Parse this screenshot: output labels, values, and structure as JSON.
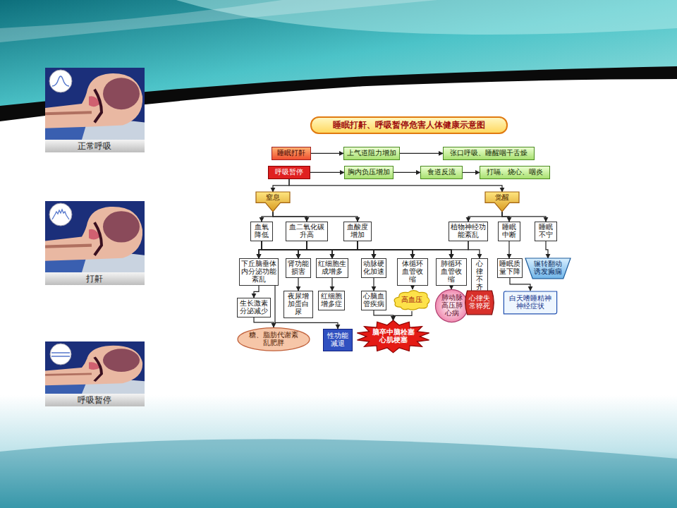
{
  "diagram": {
    "title": "睡眠打鼾、呼吸暂停危害人体健康示意图",
    "nodes": [
      {
        "text": [
          "睡眠打鼾"
        ]
      },
      {
        "text": [
          "上气道阻力增加"
        ]
      },
      {
        "text": [
          "张口呼吸、睡醒咽干舌燥"
        ]
      },
      {
        "text": [
          "呼吸暂停"
        ]
      },
      {
        "text": [
          "胸内负压增加"
        ]
      },
      {
        "text": [
          "食道反流"
        ]
      },
      {
        "text": [
          "打嗝、烧心、咽炎"
        ]
      },
      {
        "text": [
          "窒息"
        ]
      },
      {
        "text": [
          "觉醒"
        ]
      },
      {
        "text": [
          "血氧降低"
        ]
      },
      {
        "text": [
          "血二氧化碳升高"
        ]
      },
      {
        "text": [
          "血酸度增加"
        ]
      },
      {
        "text": [
          "植物神经功能紊乱"
        ]
      },
      {
        "text": [
          "睡眠中断"
        ]
      },
      {
        "text": [
          "睡眠不宁"
        ]
      },
      {
        "text": [
          "下丘脑垂体内分泌功能紊乱"
        ]
      },
      {
        "text": [
          "肾功能损害"
        ]
      },
      {
        "text": [
          "红细胞生成增多"
        ]
      },
      {
        "text": [
          "动脉硬化加速"
        ]
      },
      {
        "text": [
          "体循环血管收缩"
        ]
      },
      {
        "text": [
          "肺循环血管收缩"
        ]
      },
      {
        "text": [
          "心律不齐"
        ]
      },
      {
        "text": [
          "睡眠质量下降"
        ]
      },
      {
        "text": [
          "辗转翻动诱发癫痫"
        ]
      },
      {
        "text": [
          "生长激素分泌减少"
        ]
      },
      {
        "text": [
          "夜尿增加蛋白尿"
        ]
      },
      {
        "text": [
          "红细胞增多症"
        ]
      },
      {
        "text": [
          "心脑血管疾病"
        ]
      },
      {
        "text": [
          "高血压"
        ]
      },
      {
        "text": [
          "肺动脉高压肺心病"
        ]
      },
      {
        "text": [
          "心律失常猝死"
        ]
      },
      {
        "text": [
          "白天嗜睡精神神经症状"
        ]
      },
      {
        "text": [
          "糖、脂肪代谢紊乱肥胖"
        ]
      },
      {
        "text": [
          "性功能减退"
        ]
      },
      {
        "text": [
          "脑卒中脑栓塞心肌梗塞"
        ]
      }
    ],
    "edges": [
      {
        "from": 0,
        "to": 1,
        "arrow": "to"
      },
      {
        "from": 1,
        "to": 2,
        "arrow": "to"
      },
      {
        "from": 3,
        "to": 4,
        "arrow": "to"
      },
      {
        "from": 4,
        "to": 5,
        "arrow": "to"
      },
      {
        "from": 5,
        "to": 6,
        "arrow": "to"
      },
      {
        "from": 3,
        "to": 7,
        "arrow": "to"
      },
      {
        "from": 3,
        "to": 8,
        "arrow": "to"
      },
      {
        "from": 7,
        "to": 9,
        "arrow": "to"
      },
      {
        "from": 7,
        "to": 10,
        "arrow": "to"
      },
      {
        "from": 7,
        "to": 11,
        "arrow": "to"
      },
      {
        "from": 8,
        "to": 12,
        "arrow": "to"
      },
      {
        "from": 8,
        "to": 13,
        "arrow": "to"
      },
      {
        "from": 8,
        "to": 14,
        "arrow": "to"
      },
      {
        "from": 9,
        "to": 15,
        "arrow": "to"
      },
      {
        "from": 9,
        "to": 16,
        "arrow": "to"
      },
      {
        "from": 9,
        "to": 17,
        "arrow": "to"
      },
      {
        "from": 9,
        "to": 18,
        "arrow": "to"
      },
      {
        "from": 9,
        "to": 19,
        "arrow": "to"
      },
      {
        "from": 9,
        "to": 20,
        "arrow": "to"
      },
      {
        "from": 10,
        "to": 15,
        "arrow": "to"
      },
      {
        "from": 10,
        "to": 16,
        "arrow": "to"
      },
      {
        "from": 10,
        "to": 17,
        "arrow": "to"
      },
      {
        "from": 10,
        "to": 18,
        "arrow": "to"
      },
      {
        "from": 10,
        "to": 19,
        "arrow": "to"
      },
      {
        "from": 10,
        "to": 20,
        "arrow": "to"
      },
      {
        "from": 11,
        "to": 15,
        "arrow": "to"
      },
      {
        "from": 11,
        "to": 16,
        "arrow": "to"
      },
      {
        "from": 11,
        "to": 17,
        "arrow": "to"
      },
      {
        "from": 11,
        "to": 18,
        "arrow": "to"
      },
      {
        "from": 11,
        "to": 19,
        "arrow": "to"
      },
      {
        "from": 11,
        "to": 20,
        "arrow": "to"
      },
      {
        "from": 12,
        "to": 20,
        "arrow": "to"
      },
      {
        "from": 12,
        "to": 21,
        "arrow": "to"
      },
      {
        "from": 13,
        "to": 22,
        "arrow": "to"
      },
      {
        "from": 14,
        "to": 23,
        "arrow": "to"
      },
      {
        "from": 15,
        "to": 24,
        "arrow": "to"
      },
      {
        "from": 16,
        "to": 25,
        "arrow": "to"
      },
      {
        "from": 17,
        "to": 26,
        "arrow": "to"
      },
      {
        "from": 18,
        "to": 27,
        "arrow": "to"
      },
      {
        "from": 19,
        "to": 28,
        "arrow": "to"
      },
      {
        "from": 20,
        "to": 29,
        "arrow": "to"
      },
      {
        "from": 21,
        "to": 30,
        "arrow": "to"
      },
      {
        "from": 22,
        "to": 31,
        "arrow": "to"
      },
      {
        "from": 24,
        "to": 32,
        "arrow": "to"
      },
      {
        "from": 15,
        "to": 33,
        "arrow": "to"
      },
      {
        "from": 27,
        "to": 34,
        "arrow": "to"
      },
      {
        "from": 28,
        "to": 34,
        "arrow": "to"
      }
    ],
    "labels": [
      "正常呼吸",
      "打鼾",
      "呼吸暂停"
    ]
  }
}
